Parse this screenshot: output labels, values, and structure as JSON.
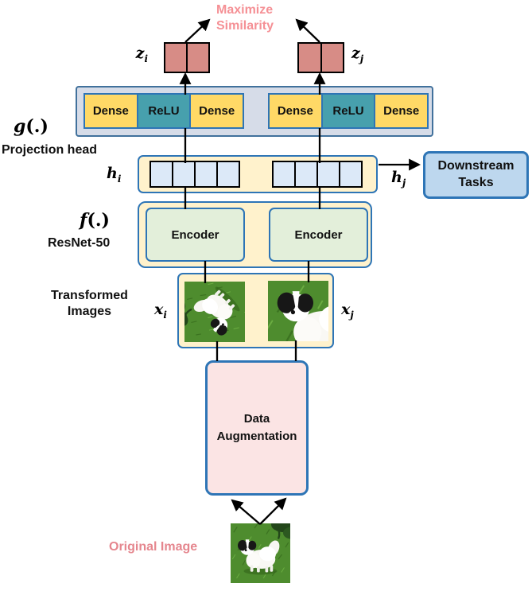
{
  "top": {
    "maximize_line1": "Maximize",
    "maximize_line2": "Similarity",
    "z_i": {
      "base": "z",
      "sub": "i"
    },
    "z_j": {
      "base": "z",
      "sub": "j"
    }
  },
  "projection": {
    "fn": {
      "base": "g",
      "args": "(.)"
    },
    "name": "Projection head",
    "groups": [
      {
        "cells": [
          "Dense",
          "ReLU",
          "Dense"
        ]
      },
      {
        "cells": [
          "Dense",
          "ReLU",
          "Dense"
        ]
      }
    ]
  },
  "hidden": {
    "h_i": {
      "base": "h",
      "sub": "i"
    },
    "h_j": {
      "base": "h",
      "sub": "j"
    },
    "cells_per_vector": 4
  },
  "downstream": {
    "label": "Downstream Tasks"
  },
  "encoder": {
    "fn": {
      "base": "f",
      "args": "(.)"
    },
    "name": "ResNet-50",
    "left_label": "Encoder",
    "right_label": "Encoder"
  },
  "transformed": {
    "label": "Transformed Images",
    "x_i": {
      "base": "x",
      "sub": "i"
    },
    "x_j": {
      "base": "x",
      "sub": "j"
    }
  },
  "augmentation": {
    "label": "Data Augmentation"
  },
  "original": {
    "label": "Original Image"
  },
  "colors": {
    "pink_text": "#F59095",
    "original_text": "#E5868E",
    "z_fill": "#D78C86",
    "proj_outer_fill": "#D6DCE8",
    "proj_outer_border": "#41719C",
    "dense_fill": "#FFD966",
    "relu_fill": "#47A0AD",
    "cream_fill": "#FFF2CC",
    "vector_cell_fill": "#DCE9F8",
    "encoder_fill": "#E3EFDA",
    "downstream_fill": "#BDD7EE",
    "augmentation_fill": "#FBE4E4",
    "blue_border": "#2E75B6"
  }
}
